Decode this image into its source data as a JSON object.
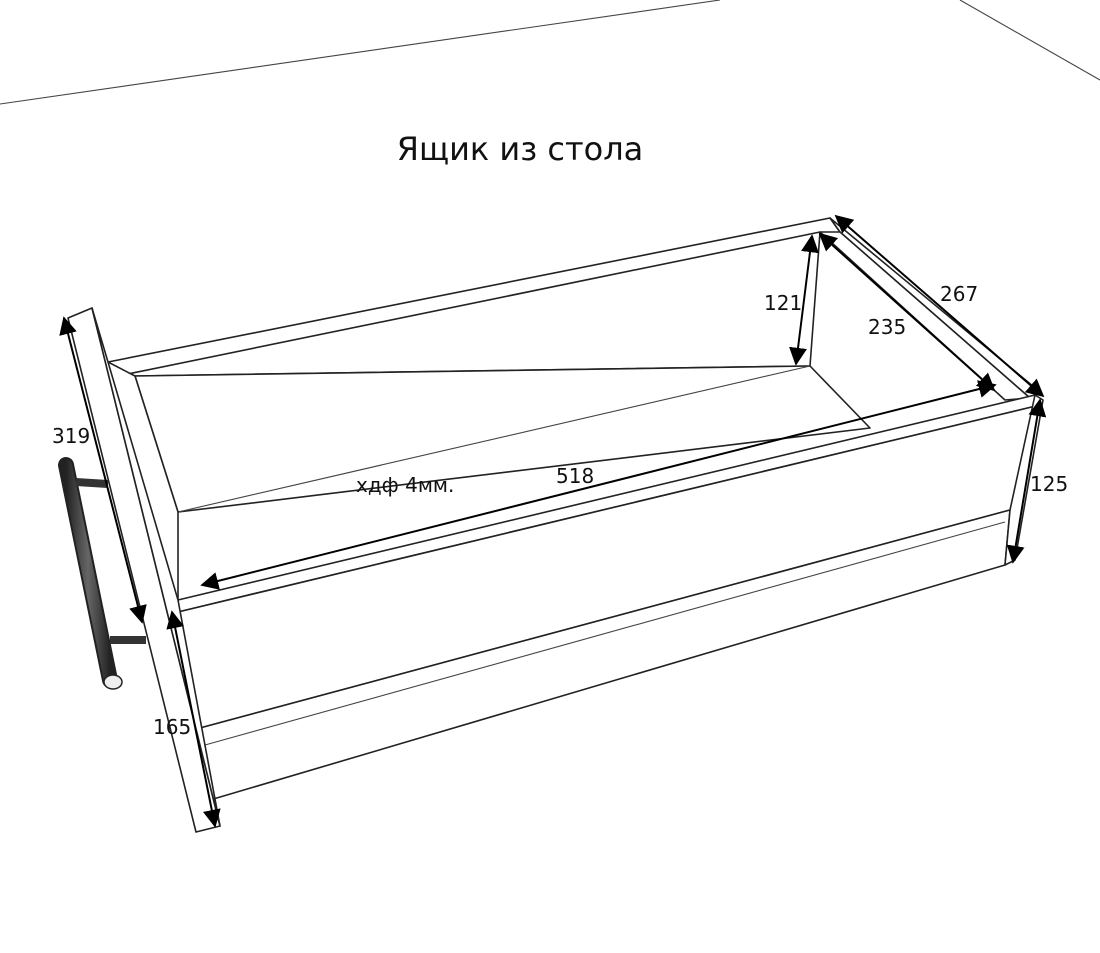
{
  "title": "Ящик из стола",
  "material_note": "хдф 4мм.",
  "dimensions": {
    "front_height": "319",
    "box_length": "518",
    "box_depth": "267",
    "inner_depth": "235",
    "inner_height": "121",
    "side_height": "125",
    "front_lower": "165"
  },
  "colors": {
    "line": "#222222",
    "background": "#ffffff",
    "handle": "#333333"
  }
}
